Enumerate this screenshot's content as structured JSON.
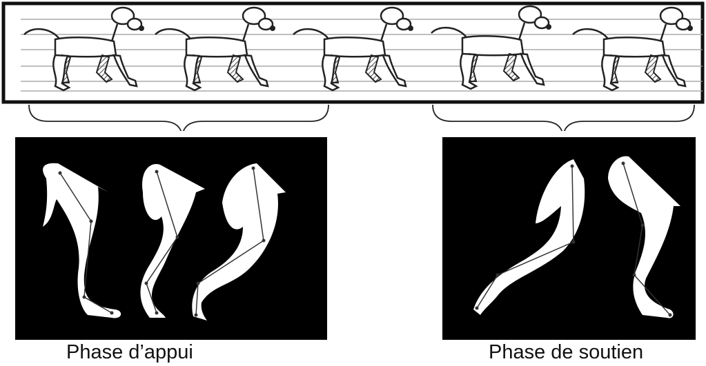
{
  "captions": {
    "stance": "Phase d’appui",
    "swing": "Phase de soutien"
  },
  "colors": {
    "background": "#ffffff",
    "panel": "#000000",
    "leg": "#ffffff",
    "ink": "#222222",
    "hatch": "#555555"
  },
  "icons": {
    "walk-cycle": "walking-dog-sequence",
    "brace": "curly-brace",
    "leg": "dog-hind-leg-skeleton"
  }
}
